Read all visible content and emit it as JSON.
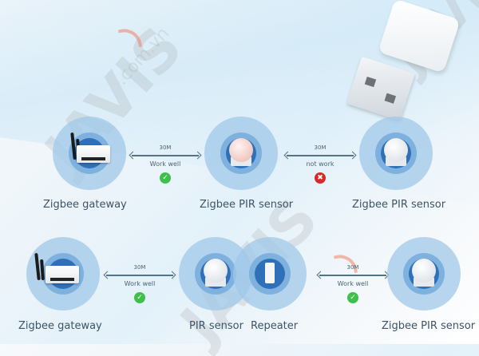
{
  "watermark": {
    "brand": "JAVIS",
    "domain": ".com.vn"
  },
  "colors": {
    "outer_ring": "#a0c8e8",
    "mid_ring": "#7eb1de",
    "core": "#2f70b8",
    "ok": "#3ec04a",
    "fail": "#d42a2a",
    "label_text": "#3c5466"
  },
  "row1": {
    "nodes": [
      {
        "label": "Zigbee gateway",
        "icon": "router-icon"
      },
      {
        "label": "Zigbee PIR sensor",
        "icon": "pir-sensor-icon"
      },
      {
        "label": "Zigbee PIR sensor",
        "icon": "pir-sensor-icon"
      }
    ],
    "links": [
      {
        "distance": "30M",
        "status": "Work well",
        "result": "ok",
        "glyph": "✓"
      },
      {
        "distance": "30M",
        "status": "not work",
        "result": "fail",
        "glyph": "✖"
      }
    ]
  },
  "row2": {
    "nodes": [
      {
        "label": "Zigbee gateway",
        "icon": "router-icon"
      },
      {
        "label": "PIR sensor",
        "icon": "pir-sensor-icon"
      },
      {
        "label": "Repeater",
        "icon": "usb-repeater-icon"
      },
      {
        "label": "Zigbee PIR sensor",
        "icon": "pir-sensor-icon"
      }
    ],
    "links": [
      {
        "distance": "30M",
        "status": "Work well",
        "result": "ok",
        "glyph": "✓"
      },
      {
        "distance": "30M",
        "status": "Work well",
        "result": "ok",
        "glyph": "✓"
      }
    ]
  }
}
